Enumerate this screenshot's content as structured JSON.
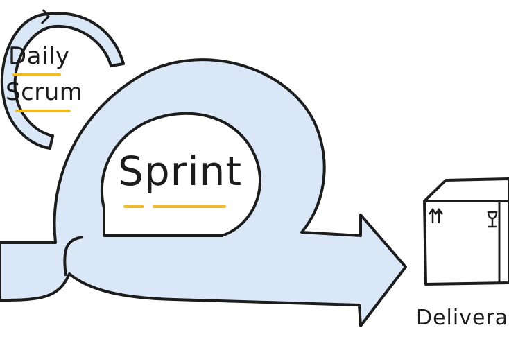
{
  "labels": {
    "daily": "Daily",
    "scrum": "Scrum",
    "sprint": "Sprint",
    "deliverable": "Deliverable"
  },
  "colors": {
    "fill": "#d9e7f7",
    "outline": "#1c1c1c",
    "highlight": "#f0bb2b"
  },
  "icons": [
    "this-way-up-arrows-icon",
    "fragile-glass-icon"
  ]
}
